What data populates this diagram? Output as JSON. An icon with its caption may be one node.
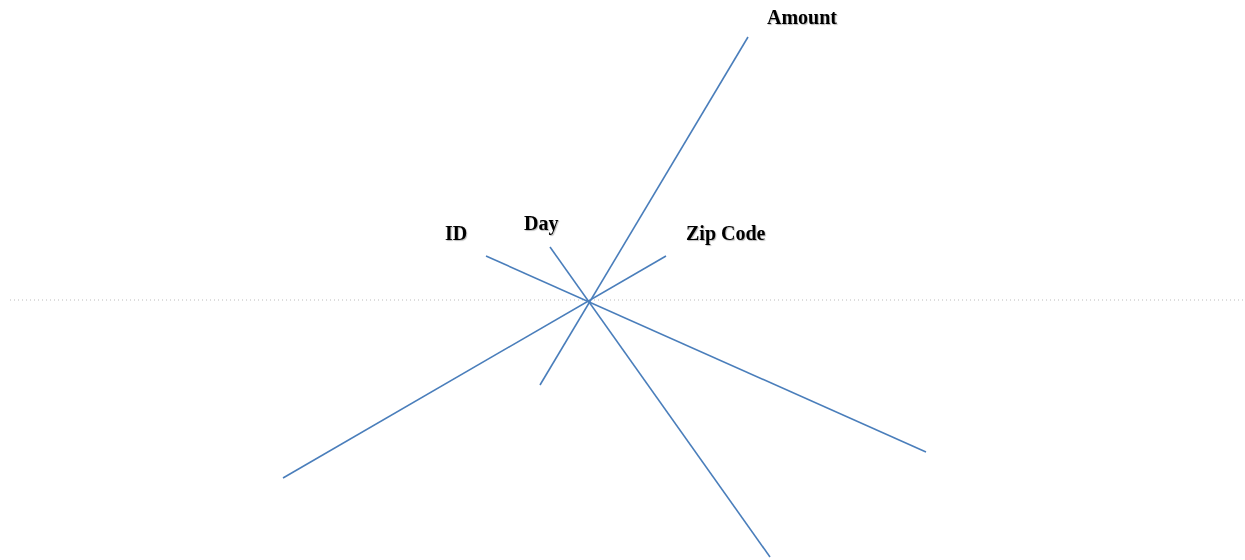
{
  "diagram": {
    "labels": [
      "Amount",
      "ID",
      "Day",
      "Zip Code"
    ]
  }
}
